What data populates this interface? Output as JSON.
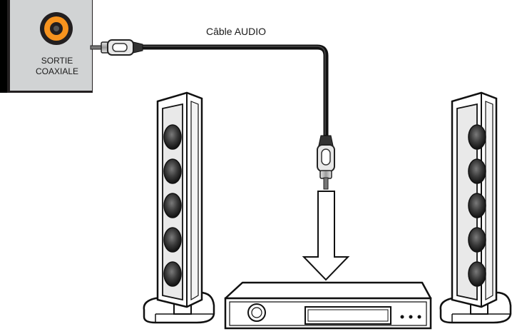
{
  "panel": {
    "port_label_line1": "SORTIE",
    "port_label_line2": "COAXIALE"
  },
  "cable": {
    "label": "Câble AUDIO"
  },
  "colors": {
    "jack_orange": "#f7931e",
    "panel_gray": "#d1d3d4",
    "panel_dark": "#231f20",
    "cable_black": "#111111"
  }
}
